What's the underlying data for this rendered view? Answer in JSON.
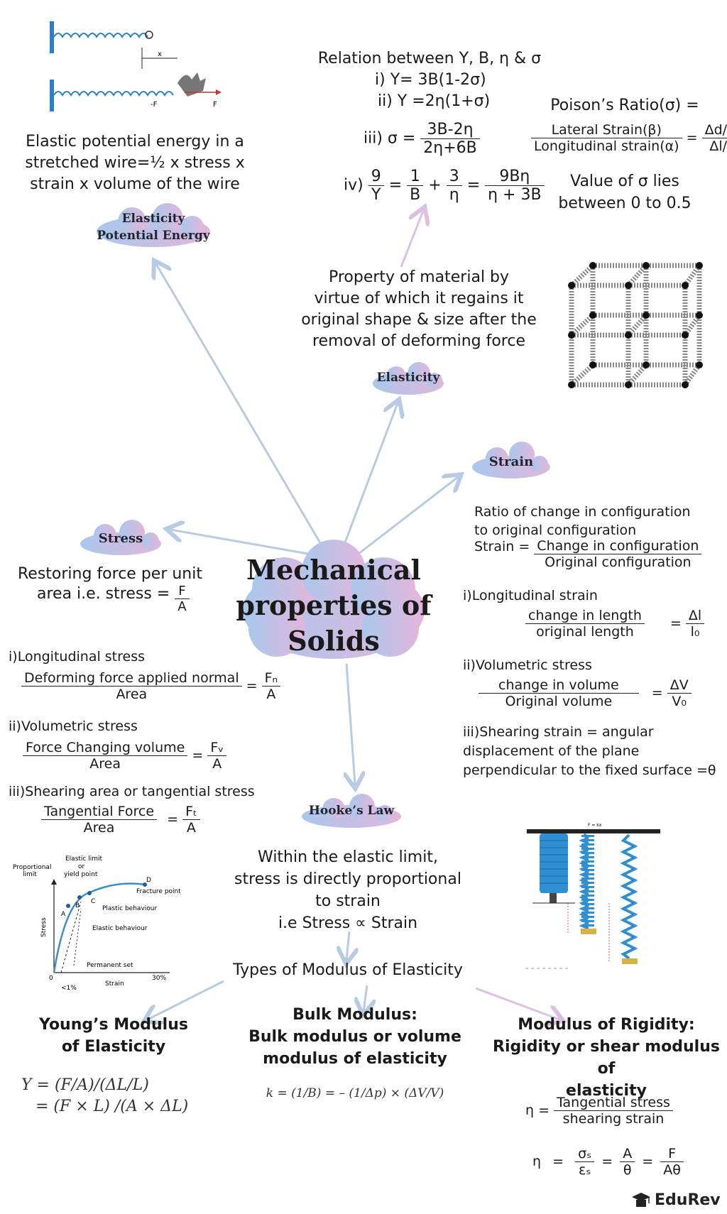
{
  "center": {
    "l1": "Mechanical",
    "l2": "properties of",
    "l3": "Solids"
  },
  "elpot": {
    "label1": "Elasticity",
    "label2": "Potential Energy",
    "line1": "Elastic potential energy in a",
    "line2": "stretched wire=½ x stress x",
    "line3": "strain x volume of the wire",
    "fig_x": "x",
    "fig_f": "F",
    "fig_mf": "-F"
  },
  "relation": {
    "title": "Relation between Y, B, η & σ",
    "i": "i) Y= 3B(1-2σ)",
    "ii": "ii) Y =2η(1+σ)",
    "iii_pre": "iii) σ =",
    "iii_num": "3B-2η",
    "iii_den": "2η+6B",
    "iv_pre": "iv)",
    "iv_a_num": "9",
    "iv_a_den": "Y",
    "eq": "=",
    "iv_b_num": "1",
    "iv_b_den": "B",
    "plus": "+",
    "iv_c_num": "3",
    "iv_c_den": "η",
    "iv_d_num": "9Bη",
    "iv_d_den": "η + 3B"
  },
  "poisson": {
    "title": "Poison’s Ratio(σ) =",
    "num": "Lateral Strain(β)",
    "den": "Longitudinal strain(α)",
    "eq": "=",
    "num2": "Δd/d",
    "den2": "Δl/l",
    "range1": "Value of σ lies",
    "range2": "between 0  to 0.5"
  },
  "elasticity": {
    "label": "Elasticity",
    "l1": "Property of material by",
    "l2": "virtue of which it regains it",
    "l3": "original shape & size after the",
    "l4": "removal of deforming force"
  },
  "strain": {
    "label": "Strain",
    "def1": "Ratio of change in configuration",
    "def2": "to original configuration",
    "def_pre": "Strain =",
    "def_num": "Change in configuration",
    "def_den": "Original configuration",
    "i_title": "i)Longitudinal strain",
    "i_num": "change in length",
    "i_den": "original length",
    "i_eq": "=",
    "i_num2": "Δl",
    "i_den2": "l₀",
    "ii_title": "ii)Volumetric stress",
    "ii_num": "change in volume",
    "ii_den": "Original volume",
    "ii_eq": "=",
    "ii_num2": "ΔV",
    "ii_den2": "V₀",
    "iii_1": "iii)Shearing strain = angular",
    "iii_2": "displacement of the plane",
    "iii_3": "perpendicular to the fixed surface =θ"
  },
  "stress": {
    "label": "Stress",
    "def1": "Restoring force per unit",
    "def2": "area i.e. stress =",
    "def_num": "F",
    "def_den": "A",
    "i_title": "i)Longitudinal stress",
    "i_num": "Deforming force applied normal",
    "i_den": "Area",
    "i_eq": "=",
    "i_num2": "Fₙ",
    "i_den2": "A",
    "ii_title": "ii)Volumetric stress",
    "ii_num": "Force Changing volume",
    "ii_den": "Area",
    "ii_eq": "=",
    "ii_num2": "Fᵥ",
    "ii_den2": "A",
    "iii_title": "iii)Shearing area or tangential stress",
    "iii_num": "Tangential Force",
    "iii_den": "Area",
    "iii_eq": "=",
    "iii_num2": "Fₜ",
    "iii_den2": "A"
  },
  "graph": {
    "elastic_limit": "Elastic limit",
    "or": "or",
    "yield": "yield point",
    "proportional": "Proportional",
    "limit": "limit",
    "fracture": "Fracture point",
    "plastic": "Plastic behaviour",
    "elastic_beh": "Elastic behaviour",
    "permanent": "Permanent set",
    "strain": "Strain",
    "stress": "Stress",
    "zero": "0",
    "lt1": "<1%",
    "p30": "30%",
    "a": "A",
    "b": "B",
    "c": "C",
    "d": "D"
  },
  "hooke": {
    "label": "Hooke’s Law",
    "l1": "Within the elastic limit,",
    "l2": "stress is directly proportional",
    "l3": "to strain",
    "l4": "i.e Stress ∝ Strain",
    "types": "Types of Modulus of Elasticity",
    "fig_top": "F = kx"
  },
  "young": {
    "t1": "Young’s Modulus",
    "t2": "of Elasticity",
    "f1": "Y = (F/A)/(ΔL/L)",
    "f2": "= (F × L) /(A × ΔL)"
  },
  "bulk": {
    "t1": "Bulk Modulus:",
    "t2": "Bulk modulus or volume",
    "t3": "modulus of elasticity",
    "f1": "k = (1/B) = – (1/Δp) × (ΔV/V)"
  },
  "rigidity": {
    "t1": "Modulus of Rigidity:",
    "t2": "Rigidity or shear modulus of",
    "t3": "elasticity",
    "pre": "η =",
    "num": "Tangential stress",
    "den": "shearing strain",
    "pre2": "η",
    "eq": "=",
    "a_num": "σₛ",
    "a_den": "εₛ",
    "b_num": "A",
    "b_den": "θ",
    "c_num": "F",
    "c_den": "Aθ"
  },
  "brand": {
    "name": "EduRev"
  },
  "colors": {
    "arrow": "#b7cbe3",
    "cloud_blue": "#a9c8ec",
    "cloud_pink": "#e2b6dc",
    "graph": "#3a8fc8",
    "spring": "#2f8fd1"
  }
}
